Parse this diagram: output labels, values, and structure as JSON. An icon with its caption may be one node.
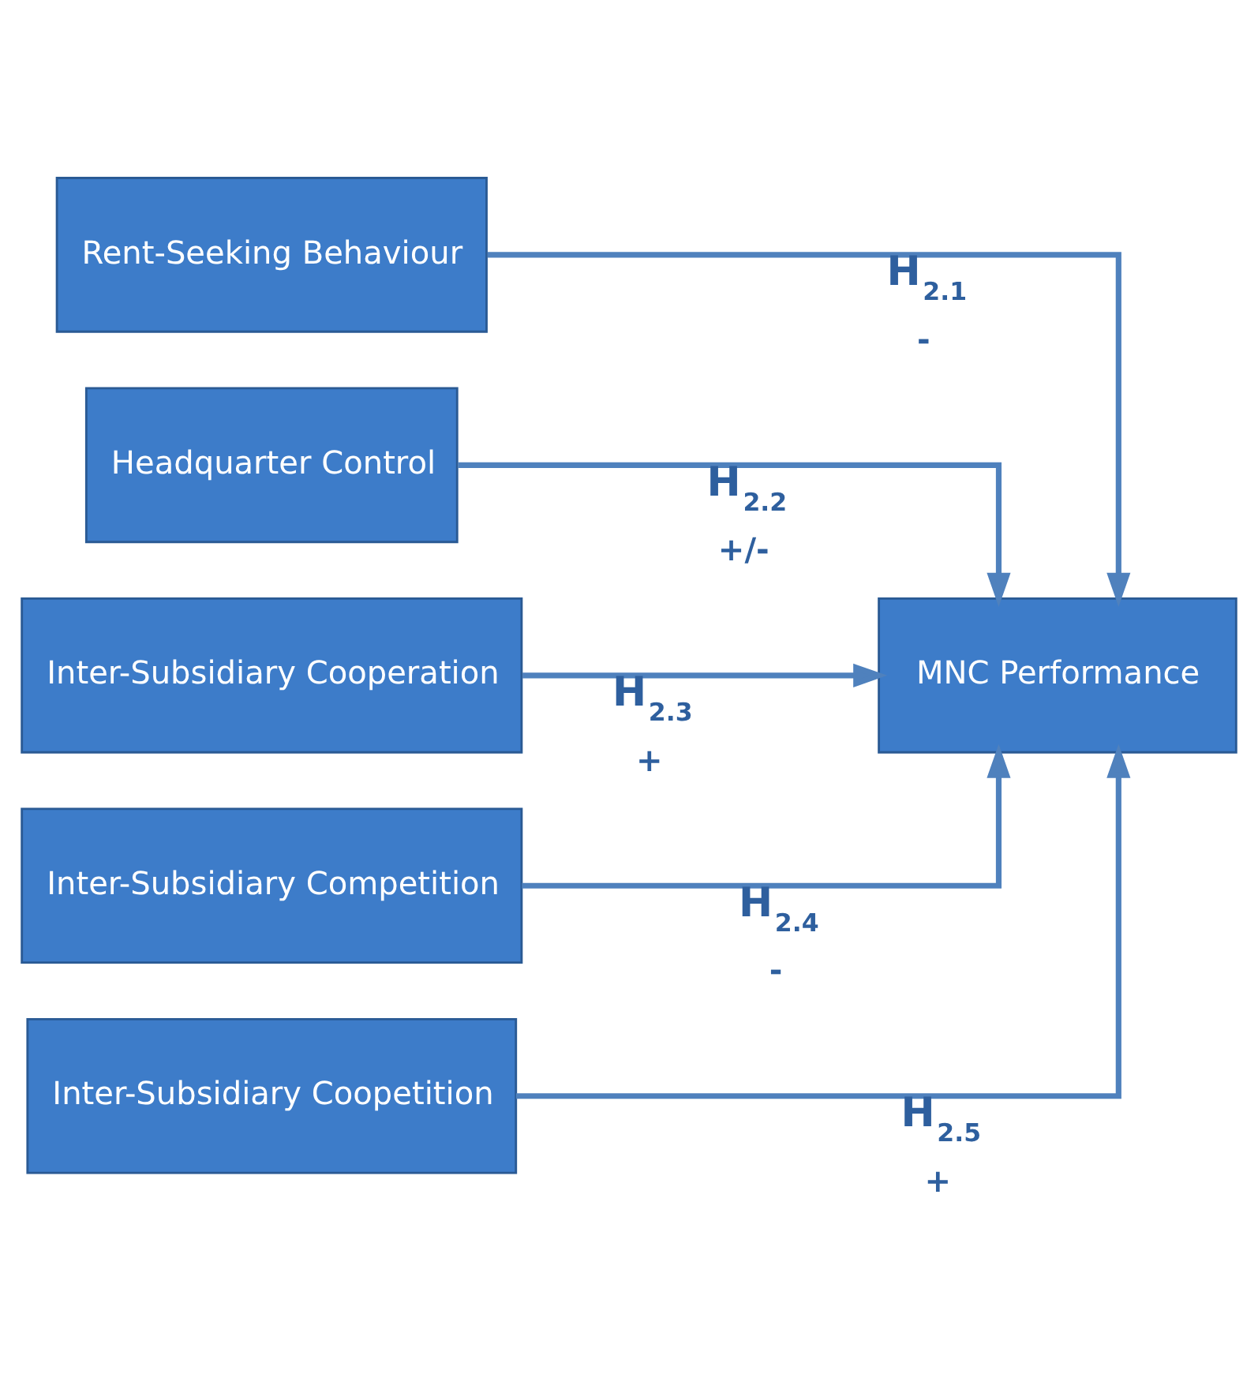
{
  "diagram": {
    "nodes": [
      {
        "text": [
          "Rent-Seeking Behaviour"
        ]
      },
      {
        "text": [
          "Headquarter Control"
        ]
      },
      {
        "text": [
          "Inter-Subsidiary Cooperation"
        ]
      },
      {
        "text": [
          "Inter-Subsidiary Competition"
        ]
      },
      {
        "text": [
          "Inter-Subsidiary Coopetition"
        ]
      },
      {
        "text": [
          "MNC Performance"
        ]
      }
    ],
    "edges": [
      {
        "from": 0,
        "to": 5,
        "arrow": "to",
        "label": "H$_{2.1}$ -"
      },
      {
        "from": 1,
        "to": 5,
        "arrow": "to",
        "label": "H$_{2.2}$ +/-"
      },
      {
        "from": 2,
        "to": 5,
        "arrow": "to",
        "label": "H$_{2.3}$ +"
      },
      {
        "from": 3,
        "to": 5,
        "arrow": "to",
        "label": "H$_{2.4}$ -"
      },
      {
        "from": 4,
        "to": 5,
        "arrow": "to",
        "label": "H$_{2.5}$ +"
      }
    ]
  }
}
